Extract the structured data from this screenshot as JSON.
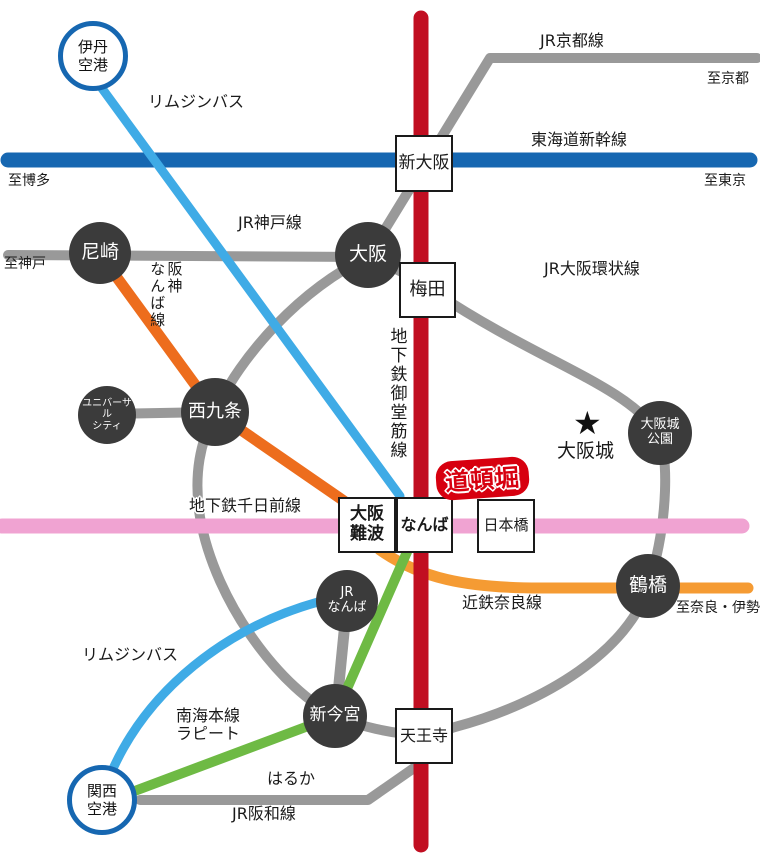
{
  "colors": {
    "jr_gray": "#999999",
    "midosuji_red": "#c10e21",
    "shinkansen_blue": "#1667b1",
    "airport_circle_blue": "#1667b1",
    "limousine_blue": "#3fabe6",
    "hanshin_orange": "#ed6d1d",
    "kintetsu_orange": "#f59b33",
    "nankai_green": "#6eba44",
    "sennichimae_pink": "#f0a3d2",
    "station_dark": "#3b3b3b",
    "dotonbori_red": "#d7000f"
  },
  "stations": {
    "itami_airport": {
      "label": "伊丹\n空港"
    },
    "kansai_airport": {
      "label": "関西\n空港"
    },
    "shin_osaka": {
      "label": "新大阪"
    },
    "umeda": {
      "label": "梅田"
    },
    "osaka": {
      "label": "大阪"
    },
    "amagasaki": {
      "label": "尼崎"
    },
    "nishikujo": {
      "label": "西九条"
    },
    "universal_city": {
      "label": "ユニバーサル\nシティ"
    },
    "osaka_namba": {
      "label": "大阪\n難波"
    },
    "namba": {
      "label": "なんば"
    },
    "nippombashi": {
      "label": "日本橋"
    },
    "jr_namba": {
      "label": "JR\nなんば"
    },
    "tsuruhashi": {
      "label": "鶴橋"
    },
    "osakajo_koen": {
      "label": "大阪城\n公園"
    },
    "shin_imamiya": {
      "label": "新今宮"
    },
    "tennoji": {
      "label": "天王寺"
    }
  },
  "line_labels": {
    "jr_kyoto": "JR京都線",
    "tokaido_shinkansen": "東海道新幹線",
    "jr_kobe": "JR神戸線",
    "jr_loop": "JR大阪環状線",
    "midosuji": "地下鉄御堂筋線",
    "sennichimae": "地下鉄千日前線",
    "hanshin_namba": "阪神\nなんば線",
    "kintetsu_nara": "近鉄奈良線",
    "limousine_top": "リムジンバス",
    "limousine_bottom": "リムジンバス",
    "nankai_rapit": "南海本線\nラピート",
    "haruka": "はるか",
    "jr_hanwa": "JR阪和線"
  },
  "destinations": {
    "kyoto": "至京都",
    "tokyo": "至東京",
    "hakata": "至博多",
    "kobe": "至神戸",
    "nara_ise": "至奈良・伊勢"
  },
  "landmarks": {
    "dotonbori": "道頓堀",
    "castle_star": "★",
    "osaka_castle": "大阪城"
  }
}
